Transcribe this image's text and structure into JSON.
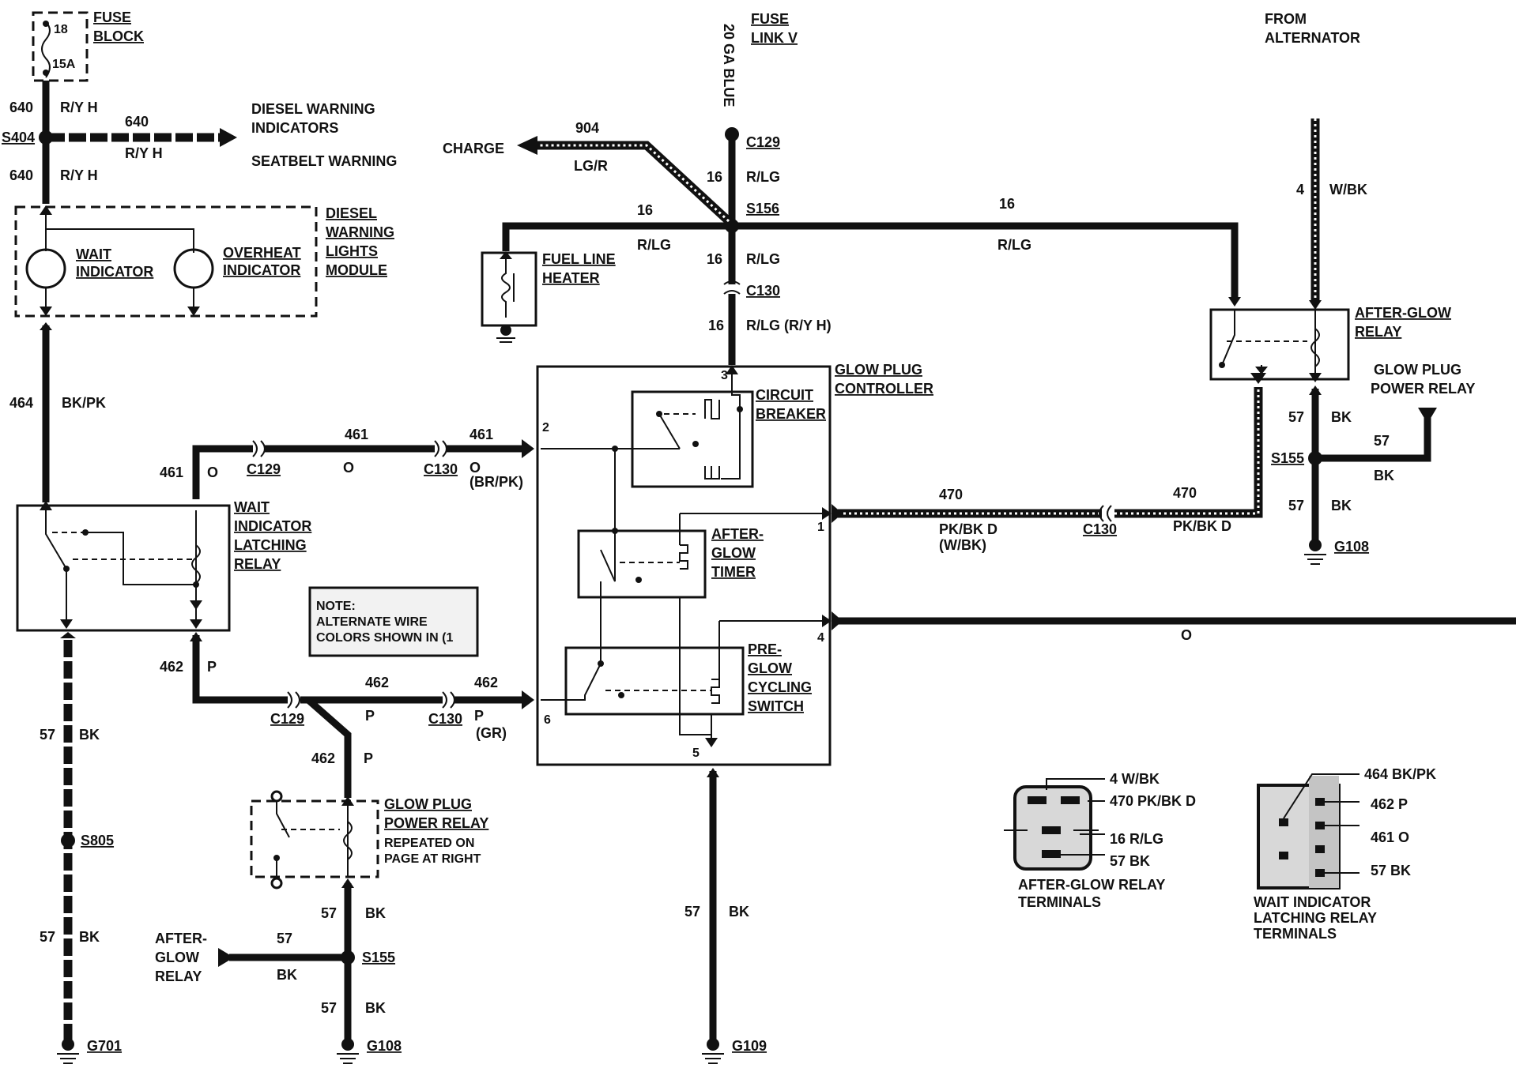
{
  "labels": {
    "fuse_block": [
      "FUSE",
      "BLOCK"
    ],
    "fuse_num": "18",
    "fuse_amp": "15A",
    "w640": "640",
    "ry_h": "R/Y H",
    "s404": "S404",
    "diesel_warning_indicators": [
      "DIESEL WARNING",
      "INDICATORS"
    ],
    "seatbelt_warning": "SEATBELT WARNING",
    "dwl_module": [
      "DIESEL",
      "WARNING",
      "LIGHTS",
      "MODULE"
    ],
    "wait_indicator": [
      "WAIT",
      "INDICATOR"
    ],
    "overheat_indicator": [
      "OVERHEAT",
      "INDICATOR"
    ],
    "w464": "464",
    "bk_pk": "BK/PK",
    "w461": "461",
    "o": "O",
    "c129": "C129",
    "c130": "C130",
    "br_pk": "(BR/PK)",
    "wait_latching_relay": [
      "WAIT",
      "INDICATOR",
      "LATCHING",
      "RELAY"
    ],
    "note": [
      "NOTE:",
      "ALTERNATE WIRE",
      "COLORS SHOWN IN (1"
    ],
    "w462": "462",
    "p": "P",
    "gr": "(GR)",
    "w57": "57",
    "bk": "BK",
    "s805": "S805",
    "g701": "G701",
    "glow_plug_power_relay": [
      "GLOW PLUG",
      "POWER RELAY"
    ],
    "repeated_on": [
      "REPEATED ON",
      "PAGE AT RIGHT"
    ],
    "after_glow_relay_left": [
      "AFTER-",
      "GLOW",
      "RELAY"
    ],
    "s155": "S155",
    "g108": "G108",
    "fuse_link_v": [
      "FUSE",
      "LINK V"
    ],
    "ga_blue": "20 GA BLUE",
    "charge": "CHARGE",
    "w904": "904",
    "lg_r": "LG/R",
    "w16": "16",
    "r_lg": "R/LG",
    "s156": "S156",
    "fuel_line_heater": [
      "FUEL LINE",
      "HEATER"
    ],
    "r_lg_ryh": "R/LG (R/Y H)",
    "glow_plug_controller": [
      "GLOW PLUG",
      "CONTROLLER"
    ],
    "circuit_breaker": [
      "CIRCUIT",
      "BREAKER"
    ],
    "after_glow_timer": [
      "AFTER-",
      "GLOW",
      "TIMER"
    ],
    "pre_glow_switch": [
      "PRE-",
      "GLOW",
      "CYCLING",
      "SWITCH"
    ],
    "pins": [
      "1",
      "2",
      "3",
      "4",
      "5",
      "6"
    ],
    "g109": "G109",
    "from_alternator": [
      "FROM",
      "ALTERNATOR"
    ],
    "w4": "4",
    "w_bk": "W/BK",
    "after_glow_relay": [
      "AFTER-GLOW",
      "RELAY"
    ],
    "glow_plug_power_relay_right": [
      "GLOW PLUG",
      "POWER RELAY"
    ],
    "w470": "470",
    "pk_bk_d": "PK/BK D",
    "w_bk_paren": "(W/BK)"
  },
  "terminal_legends": [
    {
      "title": [
        "AFTER-GLOW RELAY",
        "TERMINALS"
      ],
      "items": [
        "4 W/BK",
        "470 PK/BK D",
        "16 R/LG",
        "57 BK"
      ]
    },
    {
      "title": [
        "WAIT INDICATOR",
        "LATCHING RELAY",
        "TERMINALS"
      ],
      "items": [
        "464 BK/PK",
        "462 P",
        "461 O",
        "57 BK"
      ]
    }
  ]
}
